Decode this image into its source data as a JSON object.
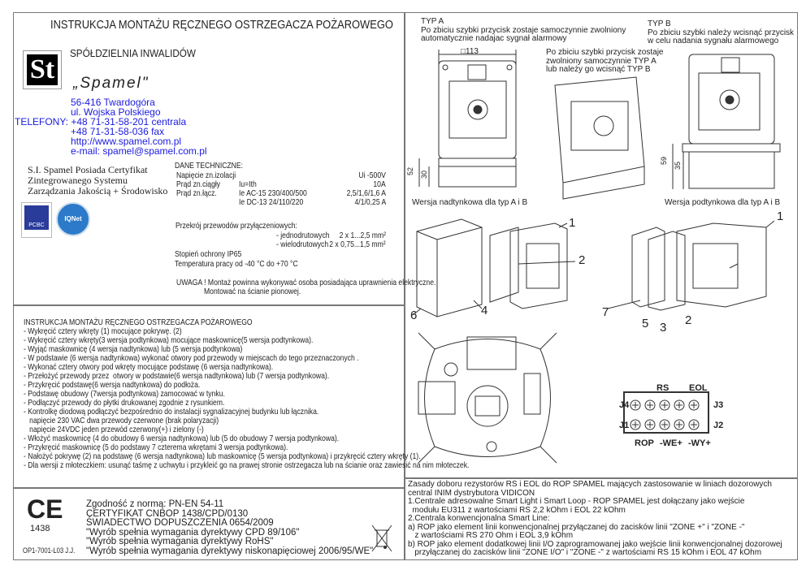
{
  "header": {
    "title": "INSTRUKCJA MONTAŻU RĘCZNEGO OSTRZEGACZA POŻAROWEGO",
    "company": "SPÓŁDZIELNIA INWALIDÓW",
    "brand": "„Spamel\"",
    "logo": "St"
  },
  "contact": {
    "address1": "56-416 Twardogóra",
    "address2": "ul. Wojska Polskiego",
    "phones_label": "TELEFONY:",
    "phone1": "+48 71-31-58-201 centrala",
    "phone2": "+48 71-31-58-036 fax",
    "web": "http://www.spamel.com.pl",
    "email": "e-mail: spamel@spamel.com.pl"
  },
  "certificate": {
    "lines": [
      "S.I. Spamel Posiada Certyfikat",
      "Zintegrowanego Systemu",
      "Zarządzania Jakością + Środowisko"
    ],
    "logos": [
      "PCBC",
      "IQNet"
    ]
  },
  "tech": {
    "title": "DANE TECHNICZNE:",
    "rows": [
      {
        "name": "Napięcie zn.izolacji",
        "mid": "",
        "val": "Ui -500V"
      },
      {
        "name": "Prąd zn.ciągły",
        "mid": "Iu=Ith",
        "val": "10A"
      },
      {
        "name": "Prąd zn.łącz.",
        "mid": "Ie AC-15 230/400/500",
        "val": "2,5/1,6/1,6 A"
      },
      {
        "name": "",
        "mid": "Ie DC-13   24/110/220",
        "val": "4/1/0,25 A"
      }
    ],
    "wire_title": "Przekrój przewodów przyłączeniowych:",
    "wires": [
      {
        "name": "- jednodrutowych",
        "val": "2 x 1...2,5   mm²"
      },
      {
        "name": "- wielodrutowych",
        "val": "2 x 0,75...1,5  mm²"
      }
    ],
    "ip": "Stopień ochrony IP65",
    "temp": "Temperatura pracy od -40 °C do +70 °C",
    "warning1": "UWAGA ! Montaż powinna wykonywać osoba posiadająca uprawnienia elektryczne.",
    "warning2": "Montować na ścianie pionowej."
  },
  "instructions": {
    "title": "INSTRUKCJA MONTAŻU RĘCZNEGO OSTRZEGACZA POŻAROWEGO",
    "steps": [
      "- Wykręcić cztery wkręty (1) mocujące pokrywę. (2)",
      "- Wykręcić cztery wkręty(3 wersja podtynkowa) mocujące maskownicę(5 wersja podtynkowa).",
      "- Wyjąć maskownicę (4 wersja nadtynkowa) lub (5 wersja podtynkowa)",
      "- W podstawie (6 wersja nadtynkowa) wykonać otwory pod przewody w miejscach do tego przeznaczonych .",
      "- Wykonać cztery otwory pod wkręty mocujące podstawę (6 wersja nadtynkowa).",
      "- Przełożyć przewody przez  otwory w podstawie(6 wersja nadtynkowa) lub (7 wersja podtynkowa).",
      "- Przykręcić podstawę(6 wersja nadtynkowa) do podłoża.",
      "- Podstawę obudowy (7wersja podtynkowa) zamocować w tynku.",
      "- Podłączyć przewody do płytki drukowanej zgodnie z rysunkiem.",
      "- Kontrolkę diodową podłączyć bezpośrednio do instalacji sygnalizacyjnej budynku lub łącznika.",
      "   napięcie 230 VAC dwa przewody czerwone (brak polaryzacji)",
      "   napięcie 24VDC jeden przewód czerwony(+) i zielony (-)",
      "- Włożyć maskownicę (4 do obudowy 6 wersja nadtynkowa) lub (5 do obudowy 7 wersja podtynkowa).",
      "- Przykręcić maskownicę (5 do podstawy 7 czterema wkrętami 3 wersja podtynkowa).",
      "- Nałożyć pokrywę (2) na podstawę (6 wersja nadtynkowa) lub maskownicę (5 wersja podtynkowa) i przykręcić cztery wkręty (1).",
      "- Dla wersji z młoteczkiem: usunąć taśmę z uchwytu i przykleić go na prawej stronie ostrzegacza lub na ścianie oraz zawiesić na nim młoteczek."
    ]
  },
  "compliance": {
    "ce_mark": "CE",
    "ce_number": "1438",
    "doc_code": "OP1-7001-L03  J.J.",
    "lines": [
      "Zgodność z normą: PN-EN 54-11",
      "CERTYFIKAT CNBOP 1438/CPD/0130",
      "ŚWIADECTWO DOPUSZCZENIA 0654/2009",
      "\"Wyrób spełnia wymagania dyrektywy CPD 89/106\"",
      "\"Wyrób spełnia wymagania dyrektywy RoHS\"",
      "\"Wyrób spełnia wymagania dyrektywy niskonapięciowej 2006/95/WE\""
    ]
  },
  "types": {
    "a_title": "TYP A",
    "a_desc1": "Po zbiciu szybki przycisk zostaje samoczynnie zwolniony",
    "a_desc2": "automatycznie  nadajac sygnał alarmowy",
    "b_title": "TYP B",
    "b_desc1": "Po zbiciu szybki należy wcisnąć przycisk",
    "b_desc2": "w celu nadania sygnału alarmowego",
    "mid1": "Po zbiciu szybki przycisk zostaje",
    "mid2": "zwolniony samoczynnie TYP A",
    "mid3": "lub należy go wcisnąć TYP B"
  },
  "drawings": {
    "dim_width": "□113",
    "dim_52": "52",
    "dim_30": "30",
    "dim_59": "59",
    "dim_35": "35",
    "surface_label": "Wersja nadtynkowa dla typ A i B",
    "flush_label": "Wersja podtynkowa dla typ A i B",
    "parts_left": [
      "1",
      "2",
      "4",
      "6"
    ],
    "parts_right": [
      "1",
      "2",
      "3",
      "5",
      "7"
    ]
  },
  "terminals": {
    "rs": "RS",
    "eol": "EOL",
    "j1": "J1",
    "j2": "J2",
    "j3": "J3",
    "j4": "J4",
    "rop": "ROP",
    "we": "-WE+",
    "wy": "-WY+"
  },
  "resistors": {
    "lines": [
      "Zasady doboru rezystorów RS i EOL do ROP SPAMEL mających zastosowanie w liniach dozorowych",
      "central INIM dystrybutora VIDICON",
      "1.Centrale adresowalne Smart Light i Smart Loop - ROP SPAMEL jest dołączany jako wejście",
      "  modułu EU311 z wartościami RS 2,2 kOhm i EOL 22 kOhm",
      "2.Centrala konwencjonalna Smart Line:",
      "a) ROP jako element linii konwencjonalnej przyłączanej do zacisków linii \"ZONE +\" i \"ZONE -\"",
      "   z wartościami RS 270 Ohm i EOL 3,9 kOhm",
      "b) ROP jako element dodatkowej linii I/O zaprogramowanej jako wejście linii konwencjonalnej dozorowej",
      "   przyłączanej do zacisków linii \"ZONE I/O\" i \"ZONE -\" z wartościami RS 15 kOhm i EOL 47 kOhm"
    ]
  },
  "colors": {
    "contact": "#1a1adf",
    "border": "#777777"
  }
}
